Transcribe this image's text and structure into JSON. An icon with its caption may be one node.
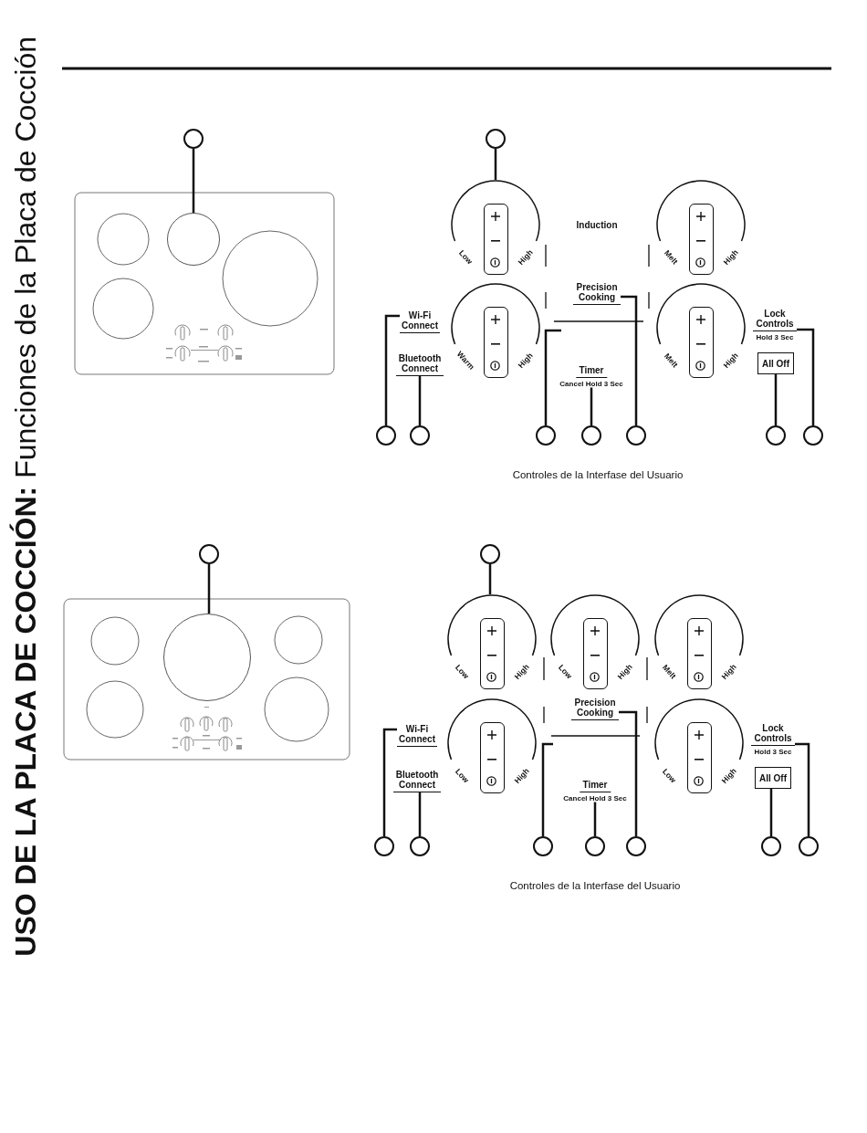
{
  "diagram": {
    "title": "**USO DE LA PLACA DE COCCIÓN:** Funciones de la Placa de Cocción",
    "nodes": [
      {
        "text": [],
        "shape": "circle"
      },
      {
        "text": [],
        "shape": "circle"
      },
      {
        "text": [],
        "shape": "circle"
      },
      {
        "text": [
          "Low",
          "High"
        ]
      },
      {
        "text": [
          "Melt",
          "High"
        ]
      },
      {
        "text": [
          "Wi-Fi Connect"
        ]
      },
      {
        "text": [
          "Warm",
          "High"
        ]
      },
      {
        "text": [
          "Precision Cooking"
        ]
      },
      {
        "text": [
          "Melt",
          "High"
        ]
      },
      {
        "text": [
          "Lock Controls",
          "Hold 3 Sec"
        ]
      },
      {
        "text": [
          "Bluetooth Connect"
        ]
      },
      {
        "text": [
          "Timer",
          "Cancel Hold 3 Sec"
        ]
      },
      {
        "text": [
          "All Off"
        ]
      },
      {
        "text": [],
        "shape": "circle"
      },
      {
        "text": [],
        "shape": "circle"
      },
      {
        "text": [],
        "shape": "circle"
      },
      {
        "text": [],
        "shape": "circle"
      },
      {
        "text": [],
        "shape": "circle"
      },
      {
        "text": [],
        "shape": "circle"
      },
      {
        "text": [],
        "shape": "circle"
      },
      {
        "text": [],
        "shape": "circle"
      },
      {
        "text": [],
        "shape": "circle"
      },
      {
        "text": [],
        "shape": "circle"
      },
      {
        "text": [
          "Low",
          "High"
        ]
      },
      {
        "text": [
          "Low",
          "High"
        ]
      },
      {
        "text": [
          "Melt",
          "High"
        ]
      },
      {
        "text": [
          "Wi-Fi Connect"
        ]
      },
      {
        "text": [
          "Low",
          "High"
        ]
      },
      {
        "text": [
          "Precision Cooking"
        ]
      },
      {
        "text": [
          "Low",
          "High"
        ]
      },
      {
        "text": [
          "Lock Controls",
          "Hold 3 Sec"
        ]
      },
      {
        "text": [
          "Bluetooth Connect"
        ]
      },
      {
        "text": [
          "Timer",
          "Cancel Hold 3 Sec"
        ]
      },
      {
        "text": [
          "All Off"
        ]
      },
      {
        "text": [],
        "shape": "circle"
      },
      {
        "text": [],
        "shape": "circle"
      },
      {
        "text": [],
        "shape": "circle"
      },
      {
        "text": [],
        "shape": "circle"
      },
      {
        "text": [],
        "shape": "circle"
      },
      {
        "text": [],
        "shape": "circle"
      },
      {
        "text": [],
        "shape": "circle"
      }
    ],
    "edges": [
      {
        "from": 0,
        "to": 2,
        "arrow": "none"
      },
      {
        "from": 1,
        "to": 3,
        "arrow": "none"
      },
      {
        "from": 13,
        "to": 5,
        "arrow": "none"
      },
      {
        "from": 14,
        "to": 10,
        "arrow": "none"
      },
      {
        "from": 15,
        "to": null,
        "arrow": "none"
      },
      {
        "from": 16,
        "to": 11,
        "arrow": "none"
      },
      {
        "from": 17,
        "to": 7,
        "arrow": "none"
      },
      {
        "from": 18,
        "to": 12,
        "arrow": "none"
      },
      {
        "from": 19,
        "to": 9,
        "arrow": "none"
      },
      {
        "from": 20,
        "to": 22,
        "arrow": "none"
      },
      {
        "from": 21,
        "to": 23,
        "arrow": "none"
      },
      {
        "from": 34,
        "to": 26,
        "arrow": "none"
      },
      {
        "from": 35,
        "to": 31,
        "arrow": "none"
      },
      {
        "from": 36,
        "to": null,
        "arrow": "none"
      },
      {
        "from": 37,
        "to": 32,
        "arrow": "none"
      },
      {
        "from": 38,
        "to": 28,
        "arrow": "none"
      },
      {
        "from": 39,
        "to": 33,
        "arrow": "none"
      },
      {
        "from": 40,
        "to": 30,
        "arrow": "none"
      }
    ],
    "labels": [
      "Induction",
      "Controles de la Interfase del Usuario",
      "Controles de la Interfase del Usuario"
    ]
  }
}
